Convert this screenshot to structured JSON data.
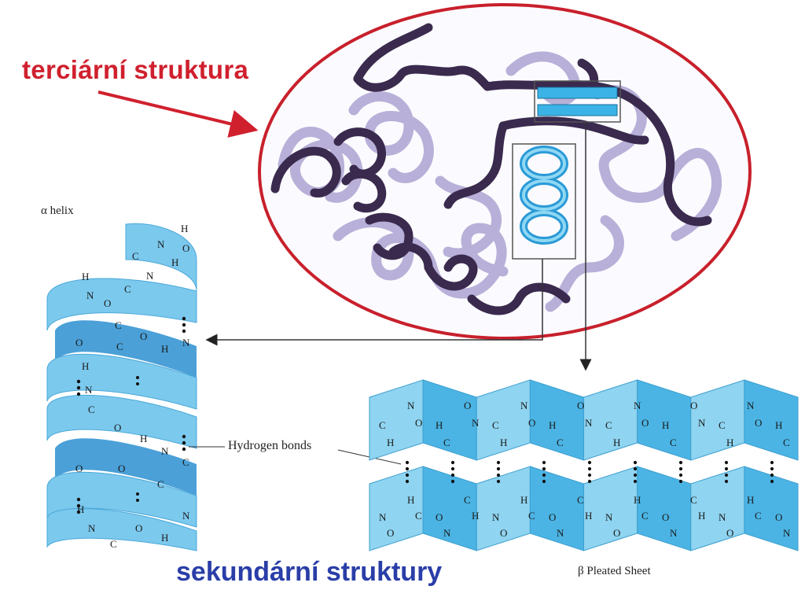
{
  "labels": {
    "tertiary": "terciární struktura",
    "secondary": "sekundární struktury",
    "alpha_helix": "α helix",
    "hydrogen_bonds": "Hydrogen bonds",
    "beta_sheet": "β Pleated Sheet"
  },
  "colors": {
    "title_red": "#d0202e",
    "title_blue": "#2a3ea8",
    "ellipse_outline": "#c8202c",
    "ribbon_dark": "#3a2a4e",
    "ribbon_light": "#b8b0d8",
    "ribbon_cyan": "#3bb3e6",
    "sheet_light": "#8fd4f0",
    "sheet_dark": "#4bb4e4"
  },
  "helix_atoms": [
    "H",
    "N",
    "C",
    "O"
  ],
  "sheet_atoms": [
    "C",
    "N",
    "H",
    "O"
  ]
}
